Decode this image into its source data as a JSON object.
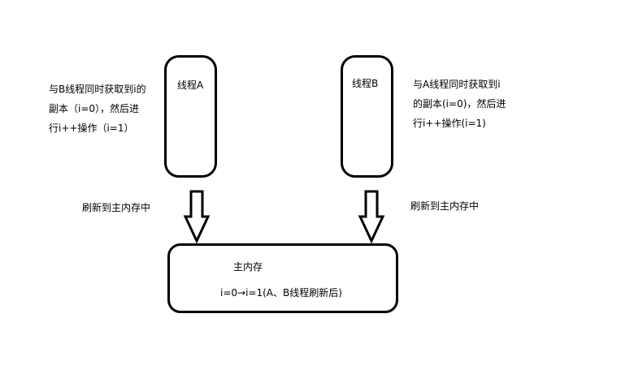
{
  "thread_a": {
    "label": "线程A",
    "note_lines": [
      "与B线程同时获取到i的",
      "副本（i=0），然后进",
      "行i++操作（i=1）"
    ],
    "flush_label": "刷新到主内存中"
  },
  "thread_b": {
    "label": "线程B",
    "note_lines": [
      "与A线程同时获取到i",
      "的副本(i=0)，然后进",
      "行i++操作(i=1)"
    ],
    "flush_label": "刷新到主内存中"
  },
  "main_memory": {
    "title": "主内存",
    "value": "i=0→i=1(A、B线程刷新后)"
  }
}
